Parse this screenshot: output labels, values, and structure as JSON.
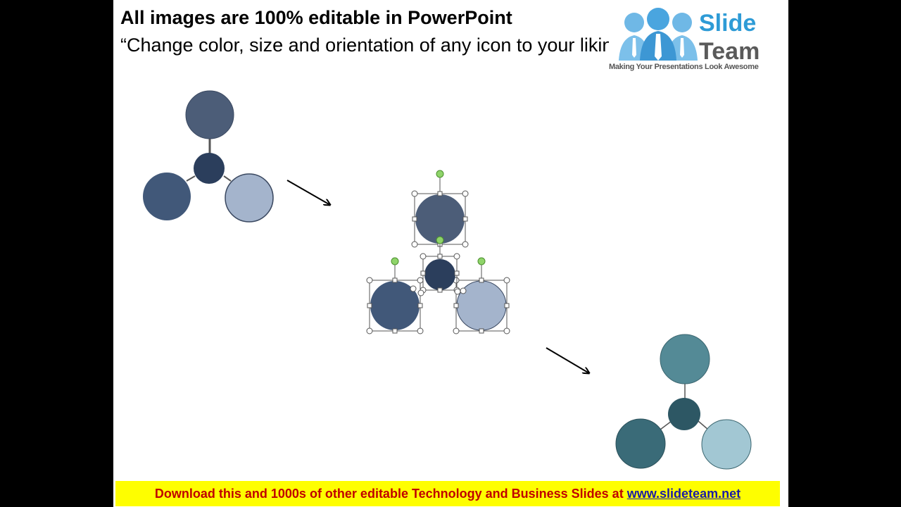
{
  "header": {
    "title": "All images are 100% editable in PowerPoint",
    "subtitle": "“Change color, size and orientation of any icon to your liking”"
  },
  "logo": {
    "word1": "Slide",
    "word2": "Team",
    "tagline": "Making Your Presentations Look Awesome"
  },
  "banner": {
    "text": "Download this and 1000s of other editable Technology and Business Slides at ",
    "link": "www.slideteam.net"
  },
  "colors": {
    "top_node_original": "#4c5d78",
    "hub_original": "#2b3e5c",
    "left_node_original": "#415879",
    "right_node_original": "#a4b4cc",
    "top_node_recolored": "#548a96",
    "hub_recolored": "#2d5764",
    "left_node_recolored": "#3a6b78",
    "right_node_recolored": "#a2c7d3",
    "banner_bg": "#fefe00",
    "banner_text": "#c00000",
    "logo_blue": "#2e9bd6"
  }
}
